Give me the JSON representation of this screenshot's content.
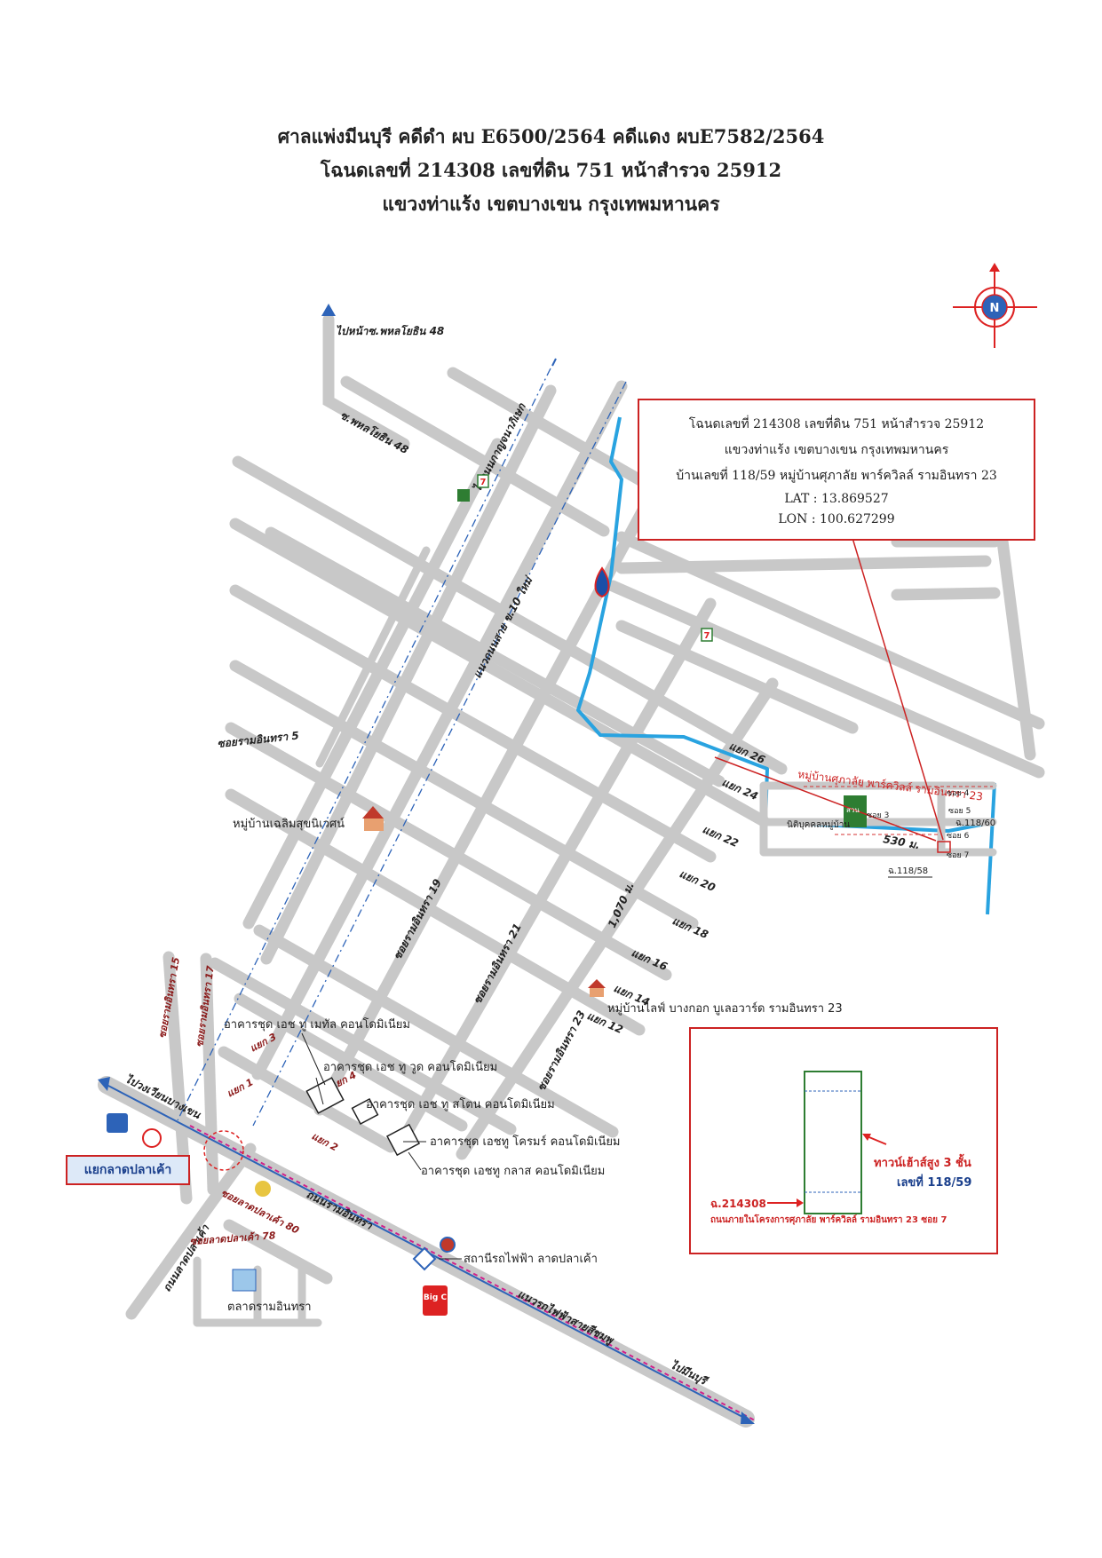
{
  "header": {
    "line1": "ศาลแพ่งมีนบุรี คดีดำ ผบ E6500/2564 คดีแดง ผบE7582/2564",
    "line2": "โฉนดเลขที่ 214308 เลขที่ดิน 751 หน้าสำรวจ 25912",
    "line3": "แขวงท่าแร้ง เขตบางเขน กรุงเทพมหานคร"
  },
  "compass": {
    "label": "N"
  },
  "info_box": {
    "deed": "โฉนดเลขที่ 214308 เลขที่ดิน 751 หน้าสำรวจ 25912",
    "district": "แขวงท่าแร้ง เขตบางเขน กรุงเทพมหานคร",
    "address": "บ้านเลขที่ 118/59 หมู่บ้านศุภาลัย พาร์ควิลล์ รามอินทรา 23",
    "lat": "LAT : 13.869527",
    "lon": "LON : 100.627299"
  },
  "roads": {
    "to_phahon": "ไปหน้าซ.พหลโยธิน 48",
    "phahon48": "ซ.พหลโยธิน 48",
    "to_kanchana": "ไปถนนกาญจนาภิเษก",
    "watcharaphon": "แนวถนนสาย ข.10 ใหม่",
    "ramintra5": "ซอยรามอินทรา 5",
    "ramintra19": "ซอยรามอินทรา 19",
    "ramintra21": "ซอยรามอินทรา 21",
    "ramintra23": "ซอยรามอินทรา 23",
    "ramintra15": "ซอยรามอินทรา 15",
    "ramintra17": "ซอยรามอินทรา 17",
    "to_bangkhen": "ไปวงเวียนบางเขน",
    "lat_pla_khao_rd": "ถนนลาดปลาเค้า",
    "soi80": "ซอยลาดปลาเค้า 80",
    "soi78": "ซอยลาดปลาเค้า 78",
    "ramintra_rd": "ถนนรามอินทรา",
    "bts_line": "แนวรถไฟฟ้าสายสีชมพู",
    "to_minburi": "ไปมีนบุรี",
    "yaek26": "แยก 26",
    "yaek24": "แยก 24",
    "yaek22": "แยก 22",
    "yaek20": "แยก 20",
    "yaek18": "แยก 18",
    "yaek16": "แยก 16",
    "yaek14": "แยก 14",
    "yaek12": "แยก 12",
    "yaek3": "แยก 3",
    "yaek4": "แยก 4",
    "yaek1": "แยก 1",
    "yaek2": "แยก 2"
  },
  "distances": {
    "d1070": "1,070 ม.",
    "d530": "530 ม."
  },
  "village": {
    "name": "หมู่บ้านศุภาลัย พาร์ควิลล์ รามอินทรา 23",
    "soi4": "ซอย 4",
    "soi5": "ซอย 5",
    "soi3": "ซอย 3",
    "soi6": "ซอย 6",
    "soi7": "ซอย 7",
    "juristic": "นิติบุคคลหมู่บ้าน",
    "park": "สวน",
    "plot_118_60": "ฉ.118/60",
    "plot_118_58": "ฉ.118/58"
  },
  "landmarks": {
    "chaloem": "หมู่บ้านเฉลิมสุขนิเวศน์",
    "life_village": "หมู่บ้านไลฟ์ บางกอก บูเลอวาร์ด รามอินทรา 23",
    "metal": "อาคารชุด เอช ทู เมทัล คอนโดมิเนียม",
    "wood": "อาคารชุด เอช ทู วูด คอนโดมิเนียม",
    "stone": "อาคารชุด เอช ทู สโตน คอนโดมิเนียม",
    "chrome": "อาคารชุด เอชทู โครมร์ คอนโดมิเนียม",
    "glass": "อาคารชุด เอชทู กลาส คอนโดมิเนียม",
    "station": "สถานีรถไฟฟ้า ลาดปลาเค้า",
    "market": "ตลาดรามอินทรา",
    "intersection": "แยกลาดปลาเค้า",
    "seven_a": "7",
    "seven_b": "7",
    "bigc": "Big C"
  },
  "inset": {
    "townhouse": "ทาวน์เฮ้าส์สูง 3 ชั้น",
    "house_no": "เลขที่ 118/59",
    "deed_no": "ฉ.214308",
    "caption": "ถนนภายในโครงการศุภาลัย พาร์ควิลล์ รามอินทรา 23 ซอย 7"
  },
  "colors": {
    "road": "#c8c8c8",
    "canal_route": "#29a3e0",
    "frame": "#cc2222",
    "rail": "#2d63b8",
    "highlight": "#2e7d32"
  }
}
